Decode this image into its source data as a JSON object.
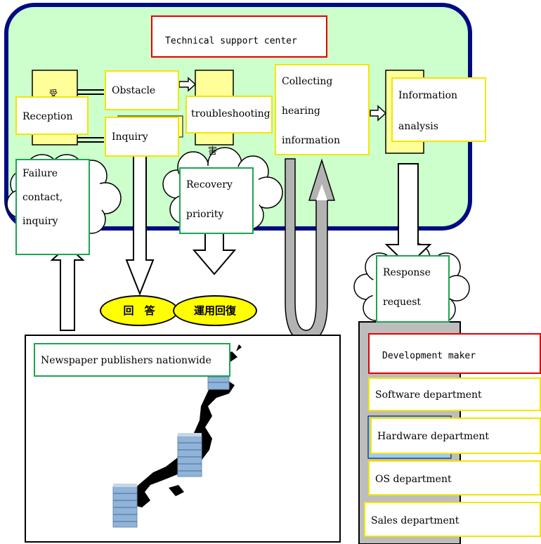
{
  "support_center": {
    "title": "Technical support center",
    "reception": "Reception",
    "obstacle": "Obstacle",
    "inquiry": "Inquiry",
    "troubleshooting": "troubleshooting",
    "collecting": "Collecting hearing information",
    "analysis": "Information analysis",
    "reception_icon_text": "受",
    "trouble_icon_text": "障 害"
  },
  "clouds": {
    "failure": "Failure contact, inquiry",
    "recovery": "Recovery priority",
    "response": "Response request"
  },
  "ovals": {
    "answer": "回　答",
    "recovery": "運用回復"
  },
  "publishers": {
    "title": "Newspaper publishers nationwide"
  },
  "maker": {
    "title": "Development maker",
    "departments": [
      "Software department",
      "Hardware department",
      "OS department",
      "Sales department"
    ]
  }
}
